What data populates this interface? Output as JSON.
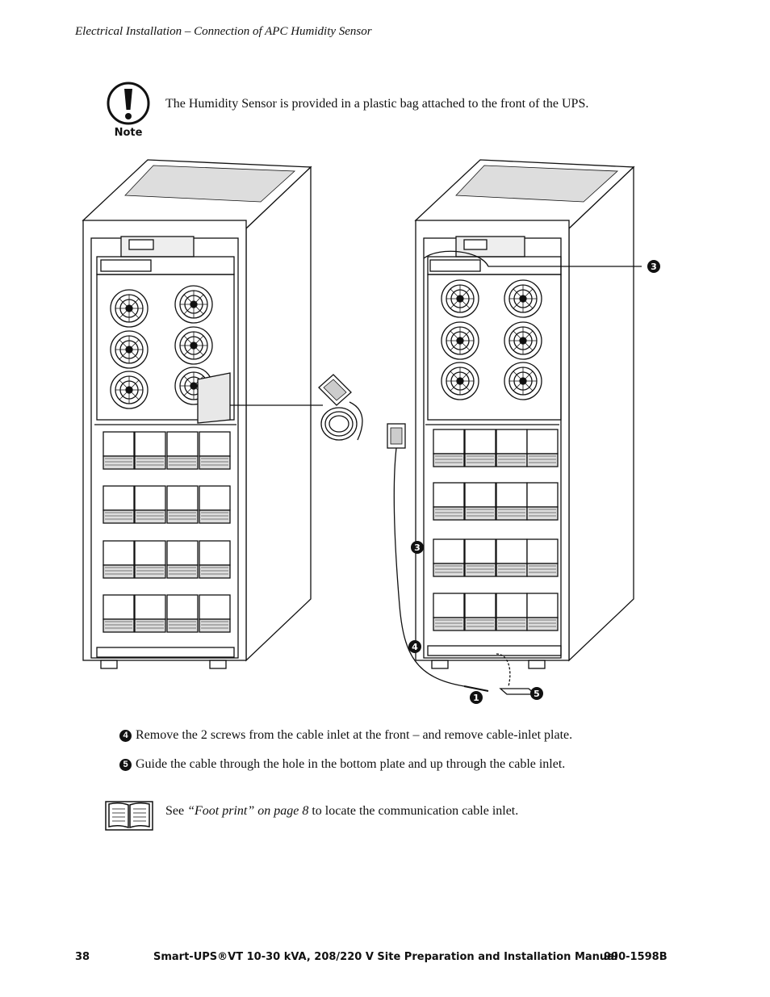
{
  "header": {
    "text": "Electrical Installation – Connection of APC Humidity Sensor"
  },
  "note": {
    "label": "Note",
    "text": "The Humidity Sensor is provided in a plastic bag attached to the front of the UPS."
  },
  "figure": {
    "callouts": {
      "c1": "1",
      "c3": "3",
      "c4": "4",
      "c5": "5"
    }
  },
  "steps": [
    {
      "num": "4",
      "text": "Remove the 2 screws from the cable inlet at the front – and remove cable-inlet plate."
    },
    {
      "num": "5",
      "text": "Guide the cable through the hole in the bottom plate and up through the cable inlet."
    }
  ],
  "reference": {
    "prefix": "See ",
    "link": "“Foot print” on page 8",
    "suffix": " to locate the communication cable inlet."
  },
  "footer": {
    "page": "38",
    "title": "Smart-UPS®VT 10-30 kVA, 208/220 V Site Preparation and Installation Manual",
    "docnum": "990-1598B"
  }
}
